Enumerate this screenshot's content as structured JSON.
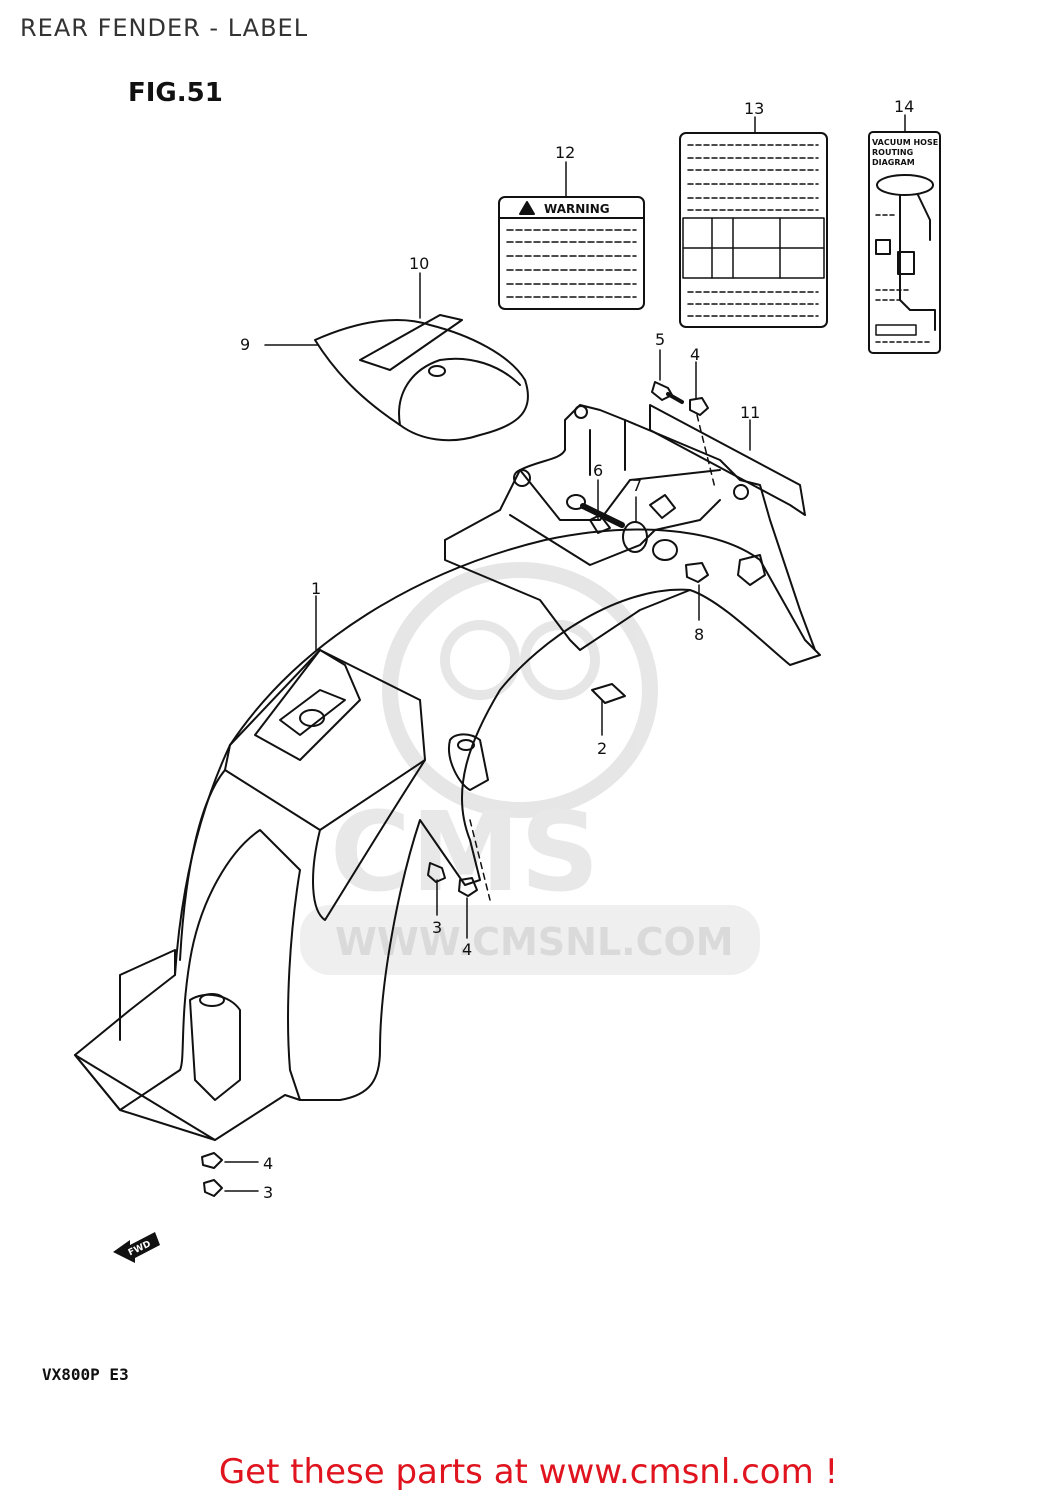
{
  "header": {
    "title": "REAR FENDER - LABEL"
  },
  "figure": {
    "label": "FIG.51",
    "model_code": "VX800P  E3"
  },
  "labels": {
    "warning_title": "WARNING",
    "vacuum_label": [
      "VACUUM HOSE",
      "ROUTING",
      "DIAGRAM"
    ],
    "fwd": "FWD"
  },
  "watermark": {
    "brand": "CMS",
    "url": "WWW.CMSNL.COM"
  },
  "callouts": [
    "1",
    "2",
    "3",
    "3",
    "4",
    "4",
    "4",
    "5",
    "6",
    "7",
    "8",
    "9",
    "10",
    "11",
    "12",
    "13",
    "14"
  ],
  "footer": {
    "cta": "Get these parts at www.cmsnl.com !"
  }
}
